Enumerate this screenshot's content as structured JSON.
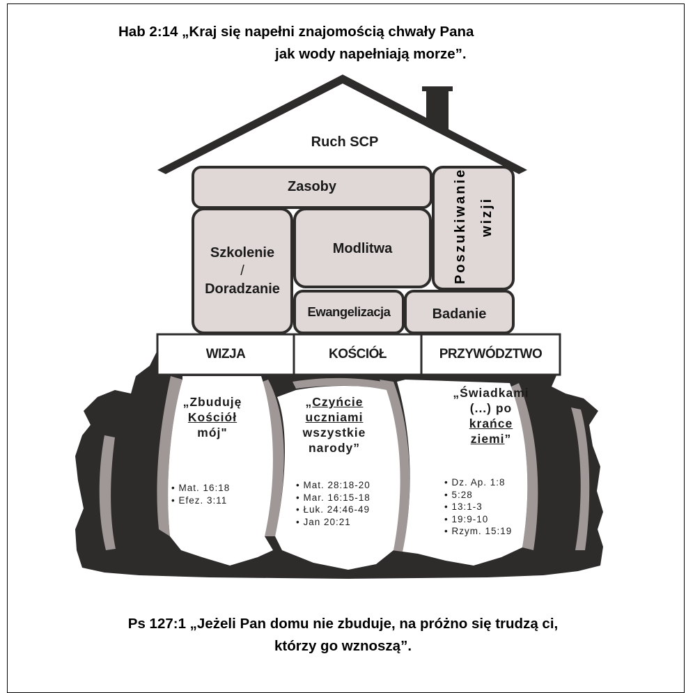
{
  "top_verse": {
    "line1": "Hab 2:14 „Kraj się napełni znajomością chwały Pana",
    "line2": "jak wody napełniają morze”."
  },
  "roof": {
    "label": "Ruch SCP"
  },
  "blocks": {
    "zasoby": "Zasoby",
    "poszukiwanie_line1": "Poszukiwanie",
    "poszukiwanie_line2": "wizji",
    "szkolenie_line1": "Szkolenie",
    "szkolenie_line2": "/",
    "szkolenie_line3": "Doradzanie",
    "modlitwa": "Modlitwa",
    "ewangelizacja": "Ewangelizacja",
    "badanie": "Badanie"
  },
  "beam": {
    "wizja": "WIZJA",
    "kosciol": "KOŚCIÓŁ",
    "przywodztwo": "PRZYWÓDZTWO"
  },
  "pillars": {
    "left": {
      "q1": "„Zbuduję",
      "q2": "Kościół",
      "q3": "mój\"",
      "refs": [
        "• Mat. 16:18",
        "• Efez. 3:11"
      ]
    },
    "middle": {
      "q1_open": "„",
      "q1": "Czyńcie",
      "q2": "uczniami",
      "q3": "wszystkie",
      "q4": "narody”",
      "refs": [
        "• Mat. 28:18-20",
        "• Mar. 16:15-18",
        "• Łuk. 24:46-49",
        "• Jan 20:21"
      ]
    },
    "right": {
      "q1": "„Świadkami",
      "q2": "(...) po",
      "q3": "krańce",
      "q4": "ziemi",
      "q4_close": "”",
      "refs": [
        "• Dz. Ap. 1:8",
        "• 5:28",
        "• 13:1-3",
        "• 19:9-10",
        "• Rzym. 15:19"
      ]
    }
  },
  "bottom_verse": {
    "line1": "Ps 127:1 „Jeżeli Pan domu nie zbuduje, na próżno się trudzą ci,",
    "line2": "którzy go wznoszą”."
  },
  "colors": {
    "rock_dark": "#2e2b2b",
    "rock_light": "#a09896",
    "block_fill": "#e0d8d6",
    "outline": "#2e2b2b"
  }
}
